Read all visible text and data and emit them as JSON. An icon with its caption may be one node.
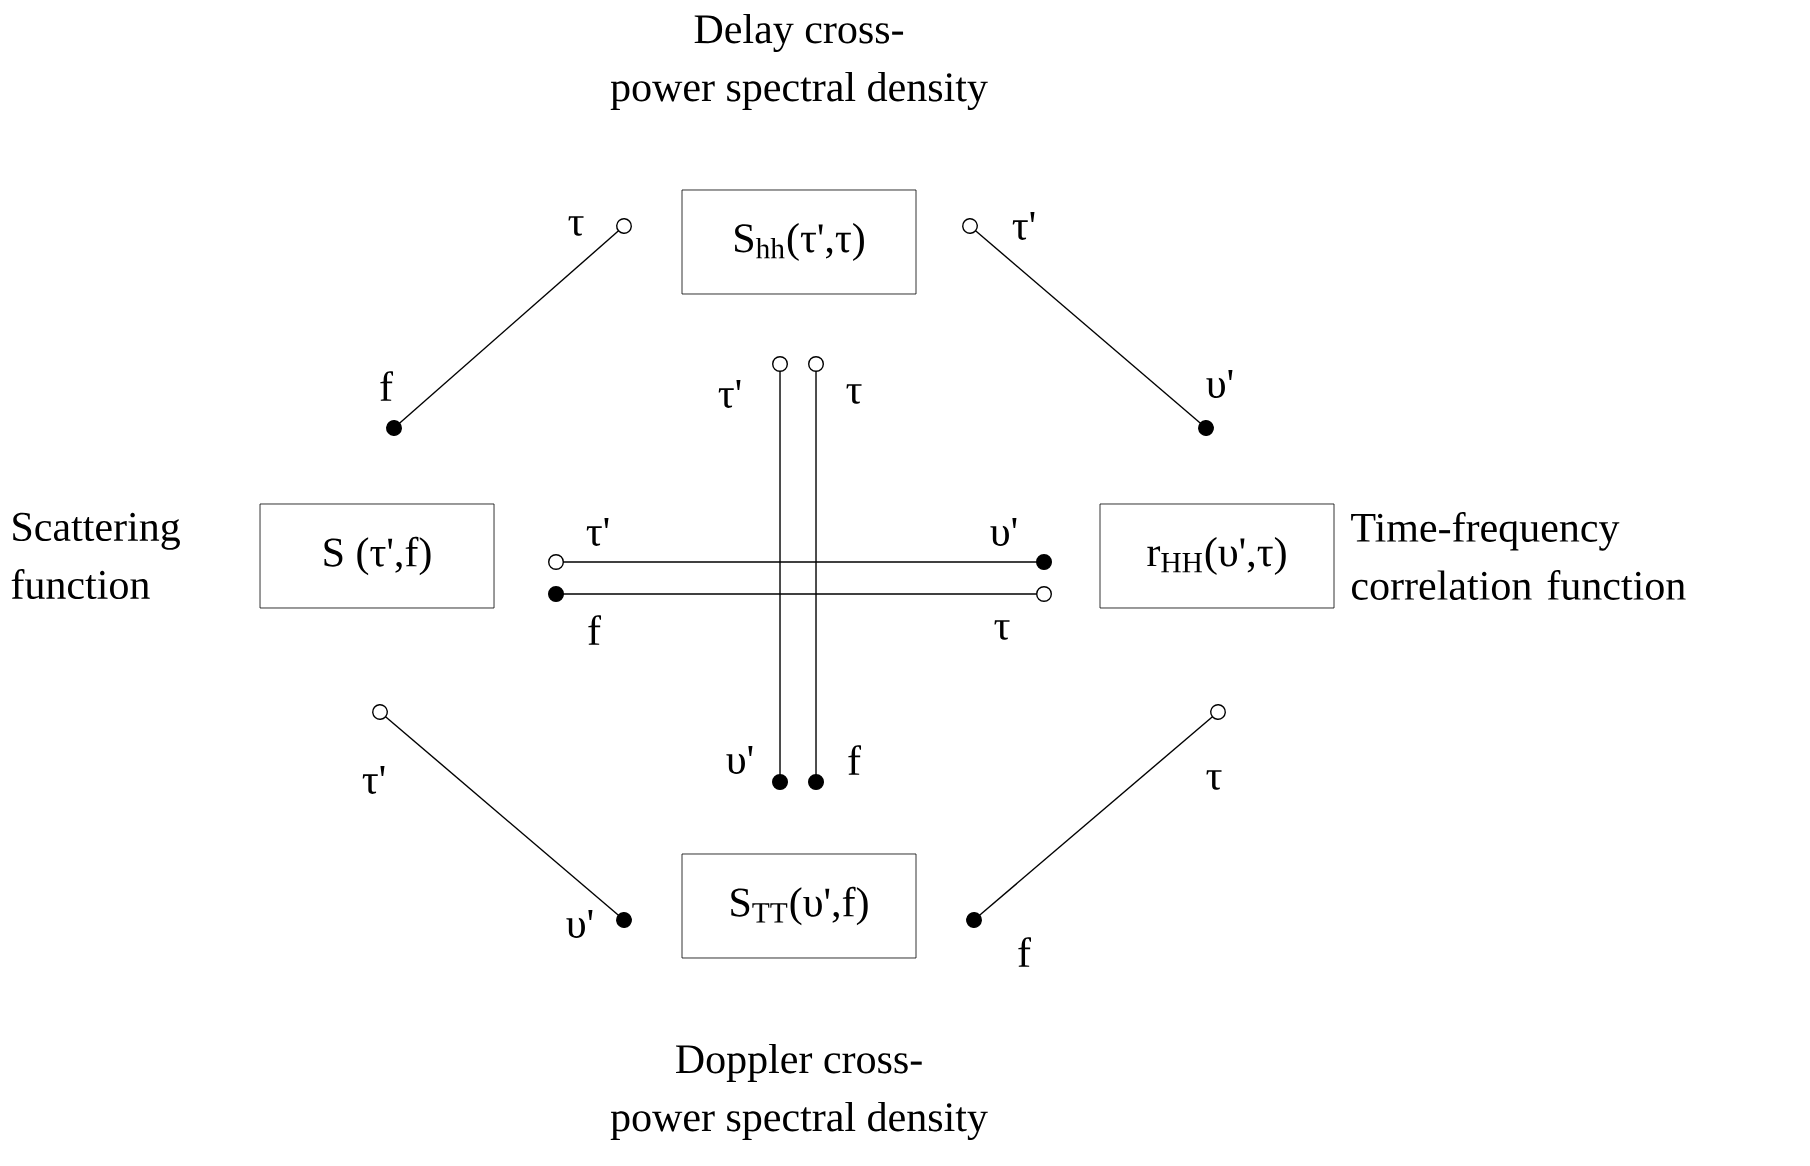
{
  "diagram": {
    "nodes": [
      {
        "text": [
          "Delay cross- power spectral density",
          "S$_{hh}$(τ',τ)"
        ]
      },
      {
        "text": [
          "Scattering function",
          "S (τ',f)"
        ]
      },
      {
        "text": [
          "r$_{HH}$(υ',τ)",
          "Time-frequency correlation function"
        ]
      },
      {
        "text": [
          "S$_{TT}$(υ',f)",
          "Doppler cross- power spectral density"
        ]
      }
    ],
    "edges": [
      {
        "from": 0,
        "to": 1,
        "arrow": "other"
      },
      {
        "from": 0,
        "to": 2,
        "arrow": "other"
      },
      {
        "from": 1,
        "to": 3,
        "arrow": "other"
      },
      {
        "from": 2,
        "to": 3,
        "arrow": "other"
      },
      {
        "from": 1,
        "to": 2,
        "arrow": "other"
      },
      {
        "from": 2,
        "to": 1,
        "arrow": "other"
      },
      {
        "from": 0,
        "to": 3,
        "arrow": "other"
      },
      {
        "from": 0,
        "to": 3,
        "arrow": "other"
      }
    ],
    "labels": [
      "τ",
      "τ'",
      "f",
      "τ'",
      "τ",
      "υ'",
      "τ'",
      "υ'",
      "f",
      "τ",
      "υ'",
      "f",
      "τ'",
      "τ",
      "υ'",
      "f"
    ]
  }
}
